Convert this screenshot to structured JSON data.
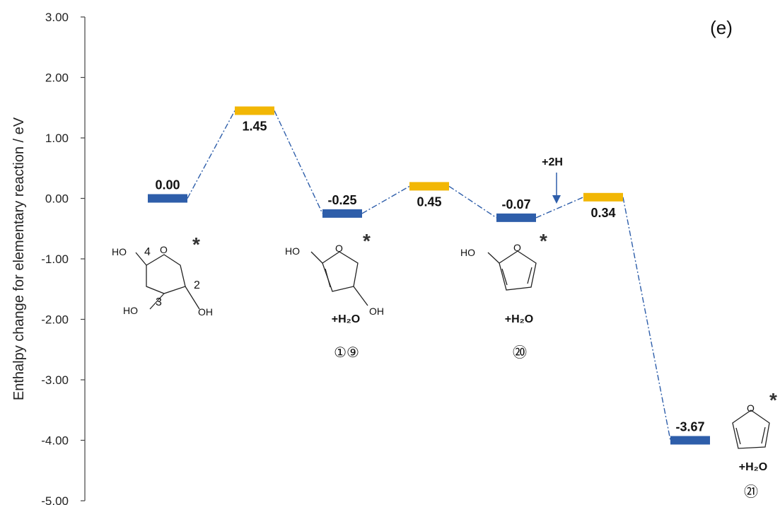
{
  "chart_data": {
    "type": "energy-diagram",
    "panel_label": "(e)",
    "ylabel": "Enthalpy change for elementary reaction / eV",
    "ylim": [
      -5.0,
      3.0
    ],
    "yticks": [
      "3.00",
      "2.00",
      "1.00",
      "0.00",
      "-1.00",
      "-2.00",
      "-3.00",
      "-4.00",
      "-5.00"
    ],
    "ytick_values": [
      3,
      2,
      1,
      0,
      -1,
      -2,
      -3,
      -4,
      -5
    ],
    "levels": [
      {
        "kind": "intermediate",
        "value": 0.0,
        "label": "0.00"
      },
      {
        "kind": "transition",
        "value": 1.45,
        "label": "1.45"
      },
      {
        "kind": "intermediate",
        "value": -0.25,
        "label": "-0.25"
      },
      {
        "kind": "transition",
        "value": 0.2,
        "label": "0.45"
      },
      {
        "kind": "intermediate",
        "value": -0.32,
        "label": "-0.07"
      },
      {
        "kind": "transition",
        "value": 0.02,
        "label": "0.34"
      },
      {
        "kind": "intermediate",
        "value": -4.0,
        "label": "-3.67"
      }
    ],
    "colors": {
      "intermediate": "#2E5EAA",
      "transition": "#F2B705",
      "connector": "#2E5EAA"
    },
    "annotations": {
      "arrow_label": "+2H",
      "water": "+H₂O",
      "star": "*",
      "compound_19": "①⑨",
      "compound_20": "⑳",
      "compound_21": "㉑"
    },
    "molecule_labels": {
      "ho": "HO",
      "oh": "OH",
      "o": "O",
      "c4": "4",
      "c3": "3",
      "c2": "2"
    }
  }
}
